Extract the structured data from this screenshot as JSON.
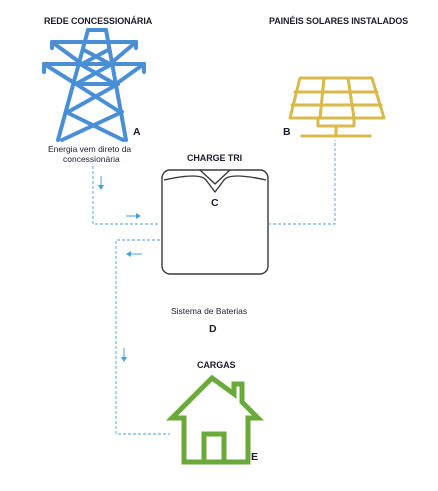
{
  "grid": {
    "title": "REDE CONCESSIONÁRIA",
    "letter": "A",
    "caption_line1": "Energia vem direto da",
    "caption_line2": "concessionária",
    "color": "#4a8fd6"
  },
  "solar": {
    "title": "PAINÉIS SOLARES INSTALADOS",
    "letter": "B",
    "color": "#d8b94a"
  },
  "inverter": {
    "title": "CHARGE TRI",
    "letter": "C",
    "color": "#3a3a3a"
  },
  "battery": {
    "label": "Sistema de Baterias",
    "letter": "D"
  },
  "loads": {
    "title": "CARGAS",
    "letter": "E",
    "color": "#6aaa3a"
  },
  "flow_color": "#4a9fd8"
}
